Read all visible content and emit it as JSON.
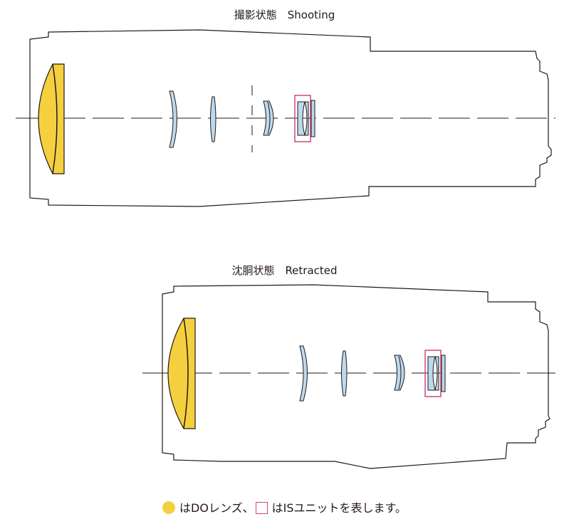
{
  "diagrams": {
    "shooting": {
      "caption": "撮影状態　Shooting"
    },
    "retracted": {
      "caption": "沈胴状態　Retracted"
    }
  },
  "legend": {
    "do_text": "はDOレンズ、",
    "is_text": "はISユニットを表します。"
  },
  "colors": {
    "do_lens": "#f4d03f",
    "lens": "#bcd9ee",
    "is_frame": "#d1457a",
    "outline": "#231815",
    "axis": "#231815"
  }
}
